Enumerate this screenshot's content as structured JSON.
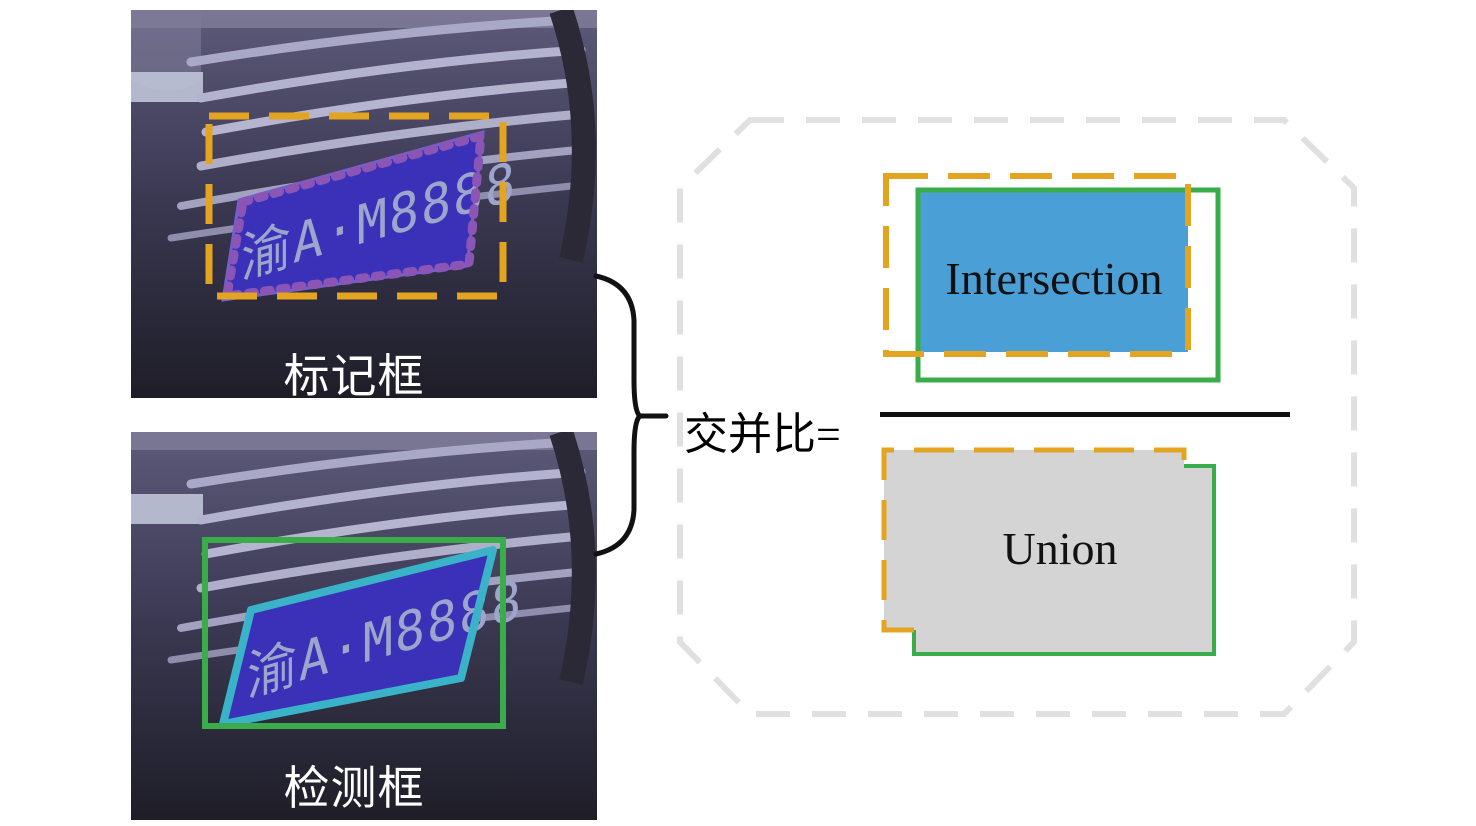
{
  "labels": {
    "annotation_box": "标记框",
    "detection_box": "检测框",
    "iou_formula": "交并比=",
    "intersection": "Intersection",
    "union": "Union"
  },
  "plate_text": "渝A·M8888",
  "colors": {
    "annotation_box": "#e3a521",
    "detection_box": "#3aac4a",
    "polygon_annotation": "#8a55b5",
    "polygon_detection": "#3ab3c8",
    "intersection_fill": "#4a9fd6",
    "union_fill": "#d4d4d4",
    "frame_dash": "#e0e0e0"
  }
}
